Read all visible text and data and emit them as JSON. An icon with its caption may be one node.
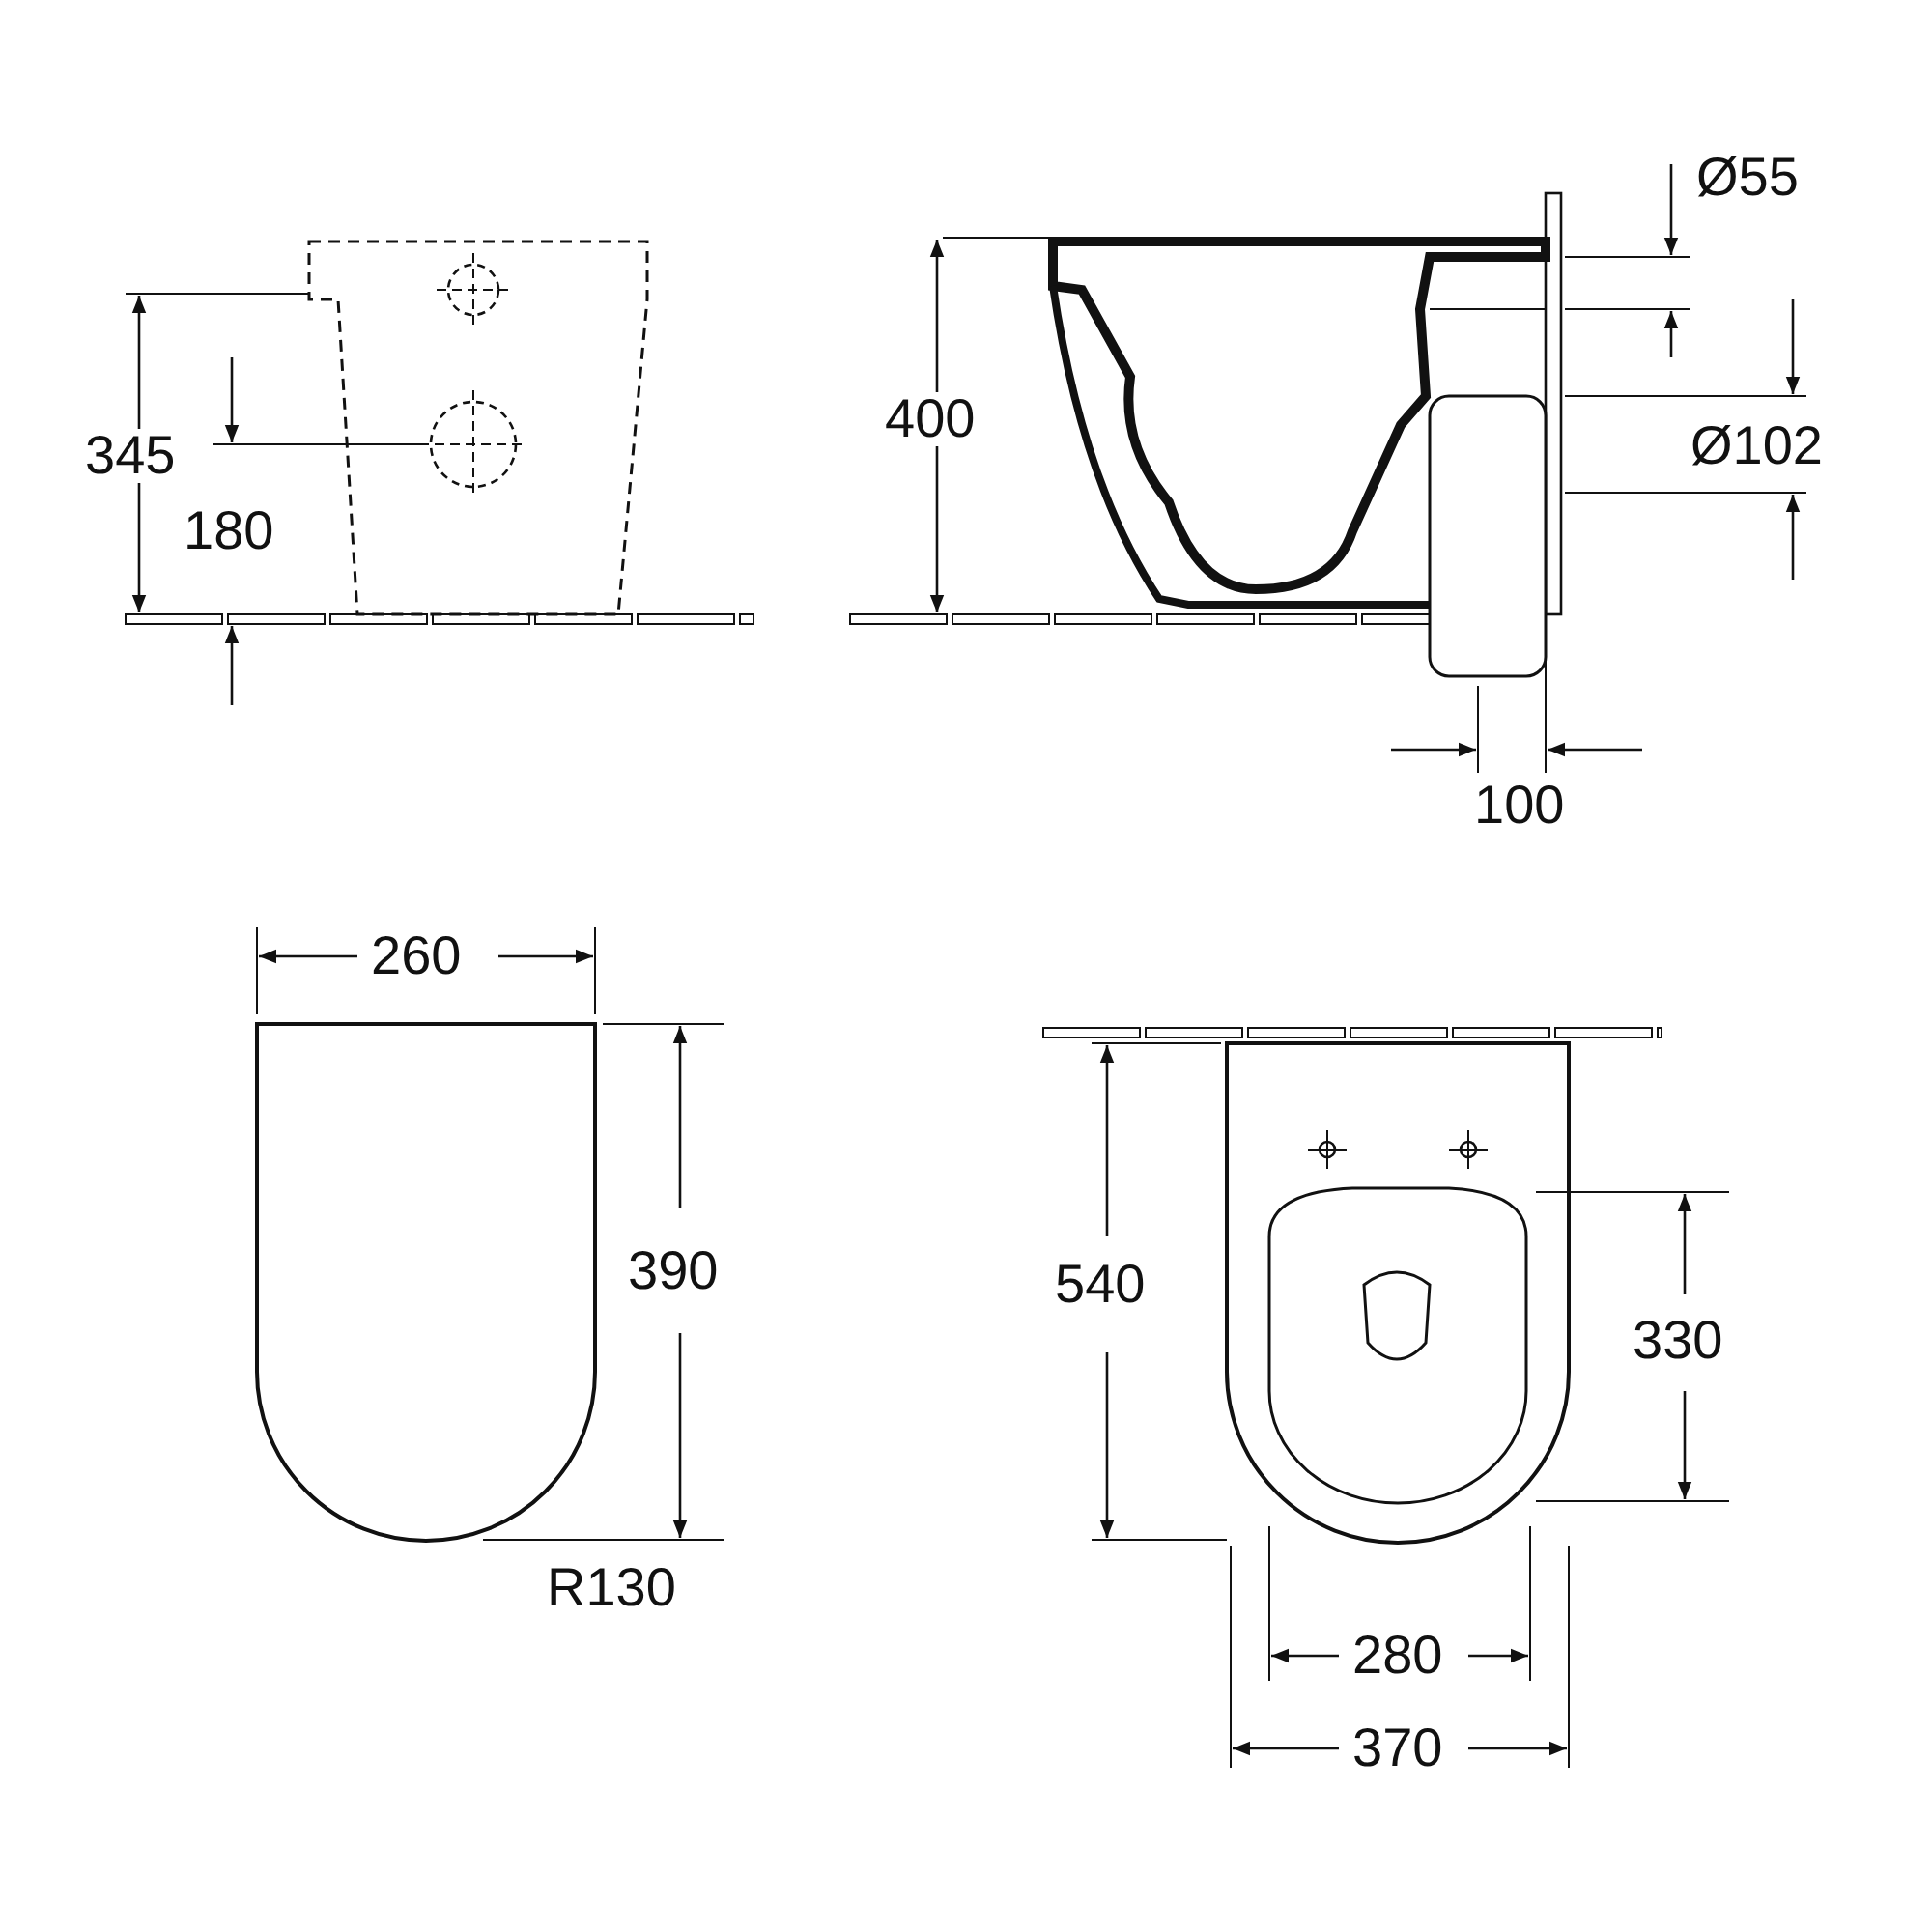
{
  "diagram": {
    "labels": [
      "Ø55",
      "400",
      "Ø102",
      "345",
      "180",
      "100",
      "260",
      "390",
      "540",
      "330",
      "R130",
      "280",
      "370"
    ]
  }
}
